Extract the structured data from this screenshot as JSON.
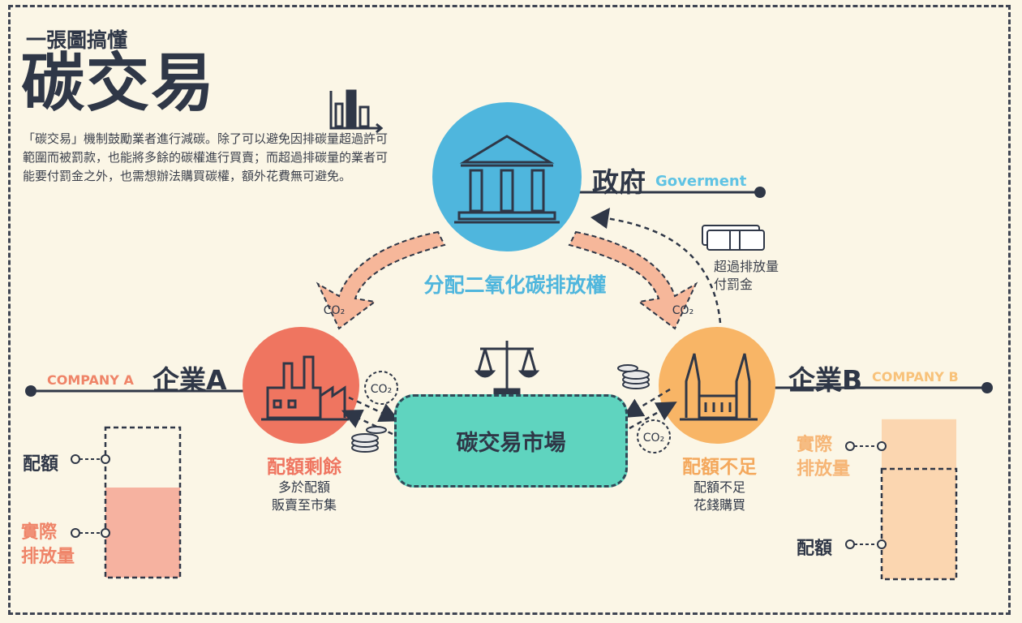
{
  "header": {
    "subtitle": "一張圖搞懂",
    "title": "碳交易",
    "description": "「碳交易」機制鼓勵業者進行減碳。除了可以避免因排碳量超過許可範圍而被罰款，也能將多餘的碳權進行買賣；而超過排碳量的業者可能要付罰金之外，也需想辦法購買碳權，額外花費無可避免。"
  },
  "government": {
    "label": "政府",
    "label_en": "Goverment",
    "allocation": "分配二氧化碳排放權",
    "fine_line1": "超過排放量",
    "fine_line2": "付罰金"
  },
  "co2": "CO₂",
  "market": {
    "label": "碳交易市場"
  },
  "company_a": {
    "label": "企業A",
    "label_en": "COMPANY A",
    "status": "配額剩餘",
    "status_line1": "多於配額",
    "status_line2": "販賣至市集",
    "quota_label": "配額",
    "actual_label_line1": "實際",
    "actual_label_line2": "排放量",
    "actual_fraction_of_quota": 0.6
  },
  "company_b": {
    "label": "企業B",
    "label_en": "COMPANY B",
    "status": "配額不足",
    "status_line1": "配額不足",
    "status_line2": "花錢購買",
    "quota_label": "配額",
    "actual_label_line1": "實際",
    "actual_label_line2": "排放量",
    "actual_fraction_of_quota": 1.45
  },
  "colors": {
    "background": "#fbf6e6",
    "dark": "#2f3747",
    "government": "#4fb6dd",
    "company_a": "#ef7560",
    "company_b": "#f8b566",
    "market": "#5fd4bf",
    "arrow": "#f6b79a"
  },
  "icons": [
    "bar-chart-icon",
    "government-building-icon",
    "factory-icon",
    "scale-icon",
    "cash-icon",
    "coins-icon",
    "co2-bubble-icon"
  ]
}
